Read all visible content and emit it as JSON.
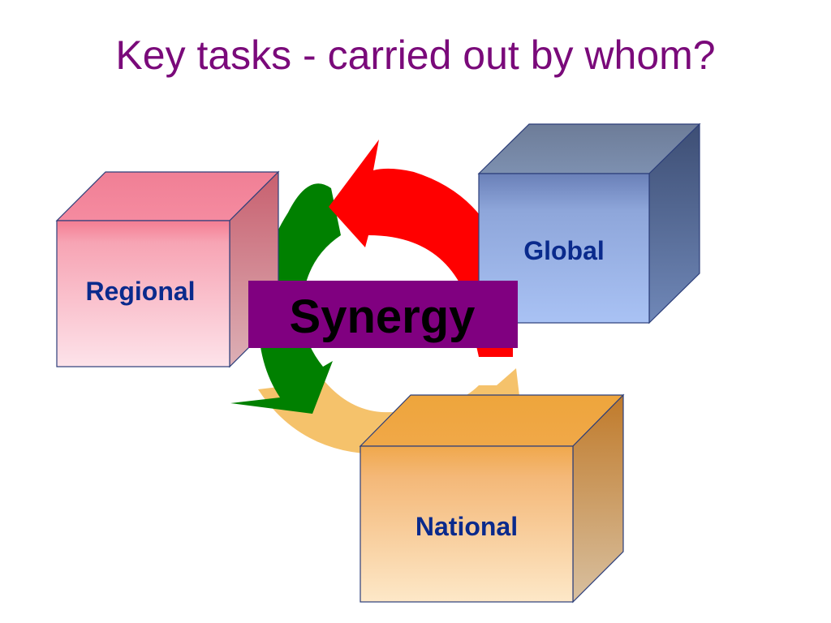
{
  "slide": {
    "title": "Key tasks - carried out by whom?"
  },
  "cycle": {
    "arrow_colors": {
      "red": "#ff0000",
      "green": "#008000",
      "peach": "#f5c26b"
    }
  },
  "cubes": {
    "regional": {
      "label": "Regional",
      "color": "#f48ca0"
    },
    "global": {
      "label": "Global",
      "color": "#8aa2d8"
    },
    "national": {
      "label": "National",
      "color": "#f2b060"
    }
  },
  "center": {
    "label": "Synergy",
    "color": "#800080"
  }
}
